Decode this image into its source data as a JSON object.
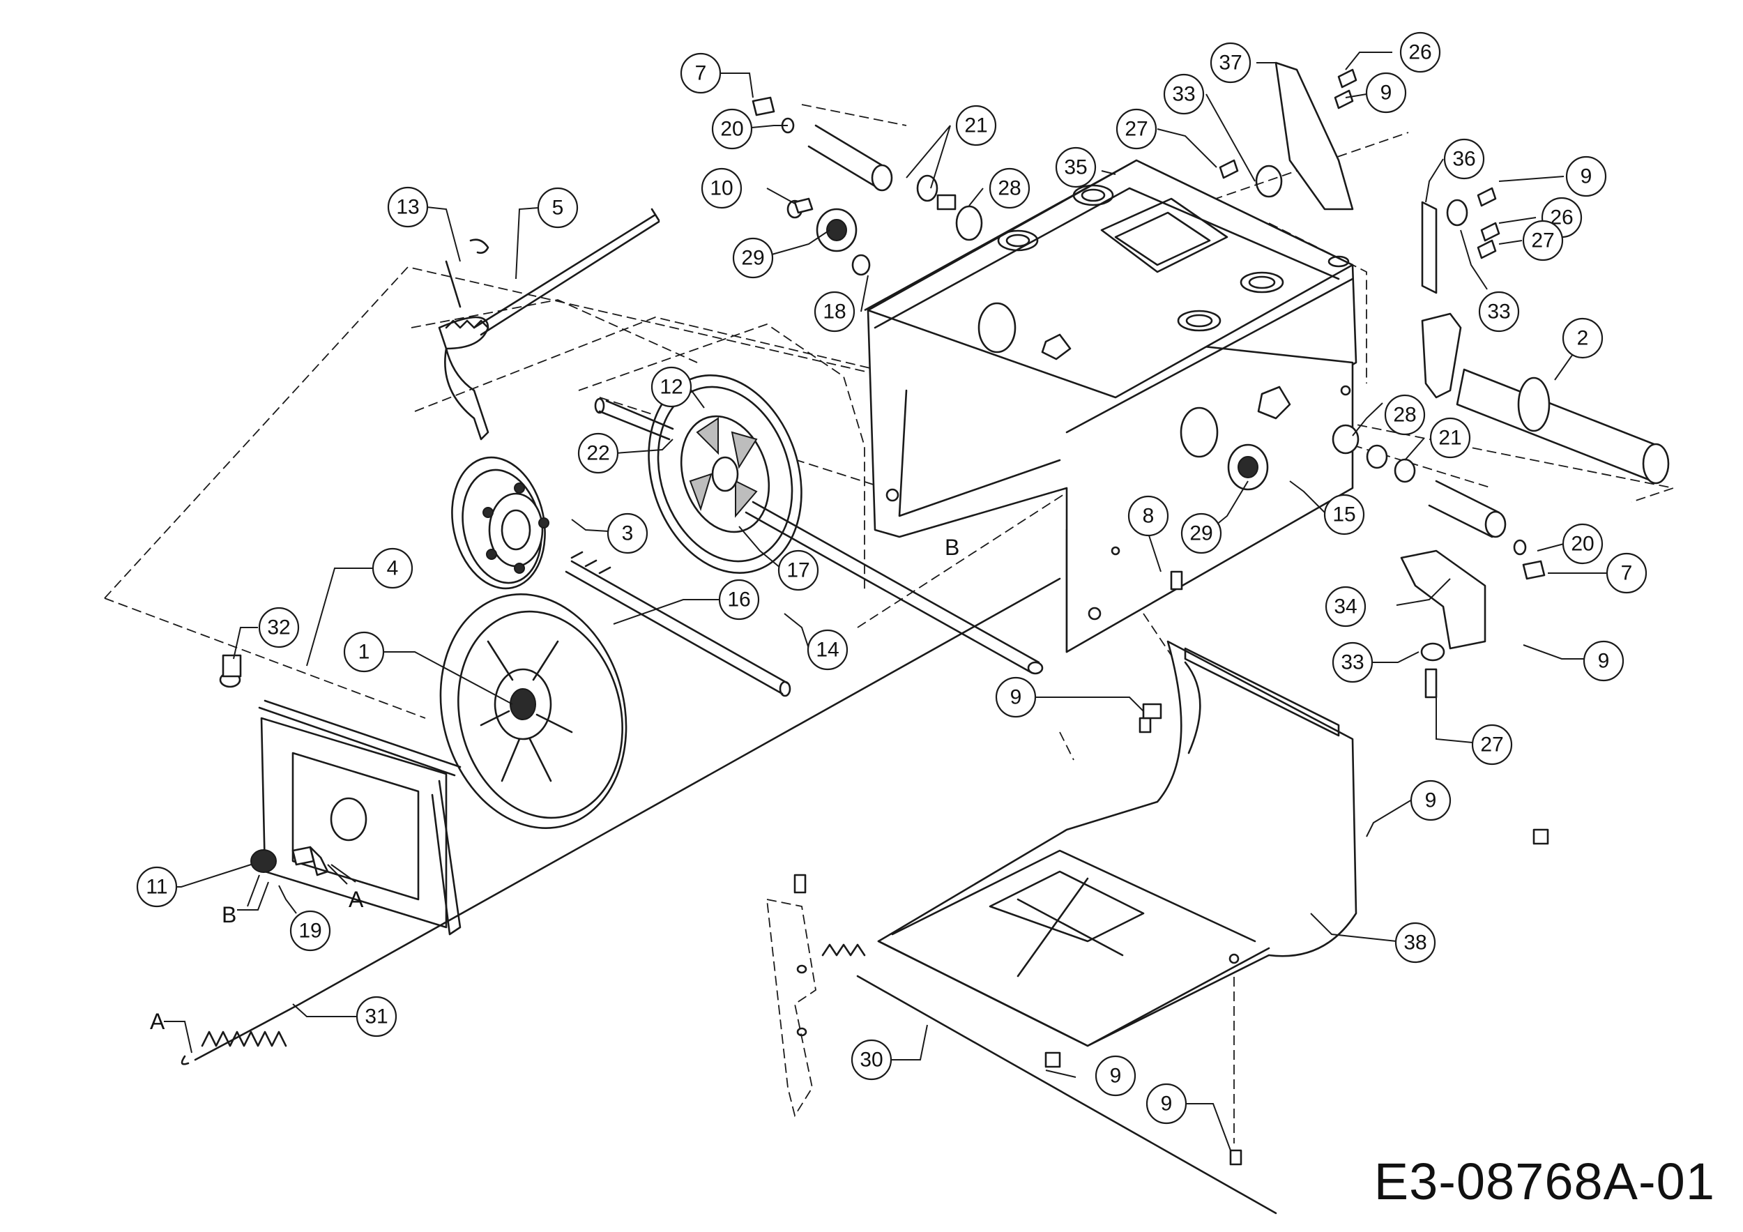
{
  "drawing_code": "E3-08768A-01",
  "callouts": {
    "c7a": "7",
    "c20a": "20",
    "c10": "10",
    "c29a": "29",
    "c21a": "21",
    "c28a": "28",
    "c18": "18",
    "c37": "37",
    "c26a": "26",
    "c33a": "33",
    "c9a": "9",
    "c27a": "27",
    "c35": "35",
    "c36": "36",
    "c9b": "9",
    "c26b": "26",
    "c27b": "27",
    "c33b": "33",
    "c2": "2",
    "c13": "13",
    "c5": "5",
    "c12": "12",
    "c22": "22",
    "c3": "3",
    "c17": "17",
    "c28b": "28",
    "c21b": "21",
    "c15": "15",
    "c29b": "29",
    "c8": "8",
    "c20b": "20",
    "c7b": "7",
    "c4": "4",
    "c32": "32",
    "c1": "1",
    "c16": "16",
    "c14": "14",
    "c34": "34",
    "c33c": "33",
    "c9c": "9",
    "c27c": "27",
    "c9d": "9",
    "c9e": "9",
    "c38": "38",
    "c11": "11",
    "c19": "19",
    "c31": "31",
    "c30": "30",
    "c9f": "9",
    "c9g": "9"
  },
  "letters": {
    "a1": "A",
    "b1": "B",
    "b2": "B",
    "a2": "A"
  }
}
